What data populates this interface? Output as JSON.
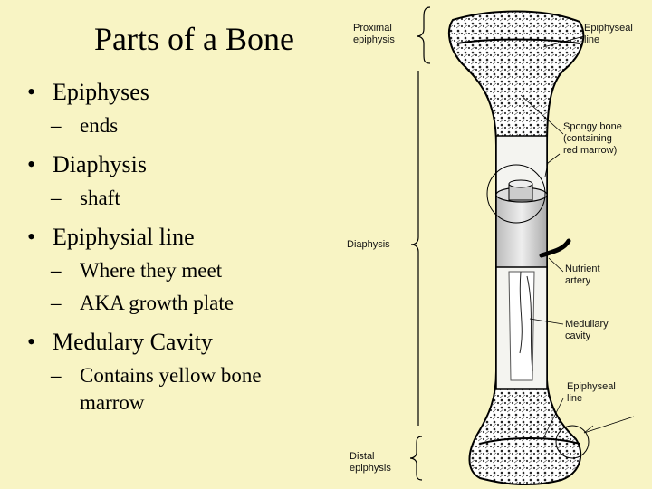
{
  "title": "Parts of a Bone",
  "bullets": [
    {
      "label": "Epiphyses",
      "subs": [
        "ends"
      ]
    },
    {
      "label": "Diaphysis",
      "subs": [
        "shaft"
      ]
    },
    {
      "label": "Epiphysial line",
      "subs": [
        "Where they meet",
        "AKA growth plate"
      ]
    },
    {
      "label": "Medulary Cavity",
      "subs": [
        "Contains yellow bone marrow"
      ]
    }
  ],
  "diagram": {
    "labels": {
      "proximal_1": "Proximal",
      "proximal_2": "epiphysis",
      "epiphyseal_top_1": "Epiphyseal",
      "epiphyseal_top_2": "line",
      "spongy_1": "Spongy bone",
      "spongy_2": "(containing",
      "spongy_3": "red marrow)",
      "diaphysis": "Diaphysis",
      "nutrient_1": "Nutrient",
      "nutrient_2": "artery",
      "medullary_1": "Medullary",
      "medullary_2": "cavity",
      "epiphyseal_bot_1": "Epiphyseal",
      "epiphyseal_bot_2": "line",
      "distal_1": "Distal",
      "distal_2": "epiphysis"
    }
  }
}
